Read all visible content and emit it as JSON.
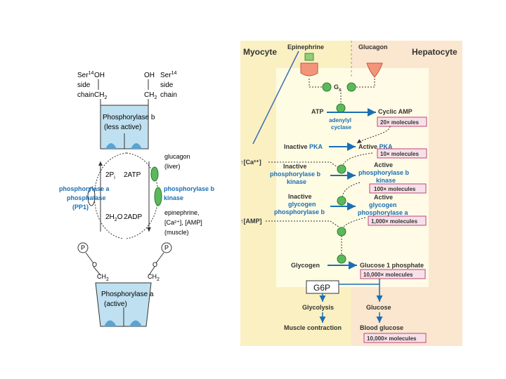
{
  "left": {
    "ser_left_1": "Ser",
    "ser_sup": "14",
    "side": "side",
    "chain": "chain",
    "oh": "OH",
    "ch2": "CH",
    "ch2_sub": "2",
    "ser_right_1": "Ser",
    "phos_b_title": "Phosphorylase b",
    "phos_b_sub": "(less active)",
    "two_pi": "2P",
    "pi_sub": "i",
    "two_atp": "2ATP",
    "two_h2o": "2H",
    "h2o_sub": "2",
    "h2o_o": "O",
    "two_adp": "2ADP",
    "ppase_1": "phosphorylase a",
    "ppase_2": "phosphatase",
    "ppase_3": "(PP1)",
    "kinase_1": "phosphorylase b",
    "kinase_2": "kinase",
    "glucagon_1": "glucagon",
    "glucagon_2": "(liver)",
    "epi_1": "epinephrine,",
    "epi_2": "[Ca²⁺], [AMP]",
    "epi_3": "(muscle)",
    "p_circle": "P",
    "phos_a_title": "Phosphorylase a",
    "phos_a_sub": "(active)"
  },
  "right": {
    "myocyte": "Myocyte",
    "hepatocyte": "Hepatocyte",
    "epinephrine": "Epinephrine",
    "glucagon": "Glucagon",
    "gs": "G",
    "gs_sub": "s",
    "atp": "ATP",
    "camp": "Cyclic AMP",
    "adenylyl_1": "adenylyl",
    "adenylyl_2": "cyclase",
    "mol_20": "20× molecules",
    "inactive_pka": "Inactive PKA",
    "active_pka": "Active PKA",
    "mol_10": "10× molecules",
    "ca": "↑[Ca²⁺]",
    "inactive_kinase_1": "Inactive",
    "inactive_kinase_2": "phosphorylase b",
    "inactive_kinase_3": "kinase",
    "active_kinase_1": "Active",
    "active_kinase_2": "phosphorylase b",
    "active_kinase_3": "kinase",
    "mol_100": "100× molecules",
    "amp": "↑[AMP]",
    "inactive_gp_1": "Inactive",
    "inactive_gp_2": "glycogen",
    "inactive_gp_3": "phosphorylase b",
    "active_gp_1": "Active",
    "active_gp_2": "glycogen",
    "active_gp_3": "phosphorylase a",
    "mol_1000": "1,000× molecules",
    "glycogen": "Glycogen",
    "g1p": "Glucose 1 phosphate",
    "mol_10000": "10,000× molecules",
    "g6p": "G6P",
    "glycolysis": "Glycolysis",
    "glucose": "Glucose",
    "muscle": "Muscle contraction",
    "blood": "Blood glucose",
    "mol_10000b": "10,000× molecules"
  }
}
